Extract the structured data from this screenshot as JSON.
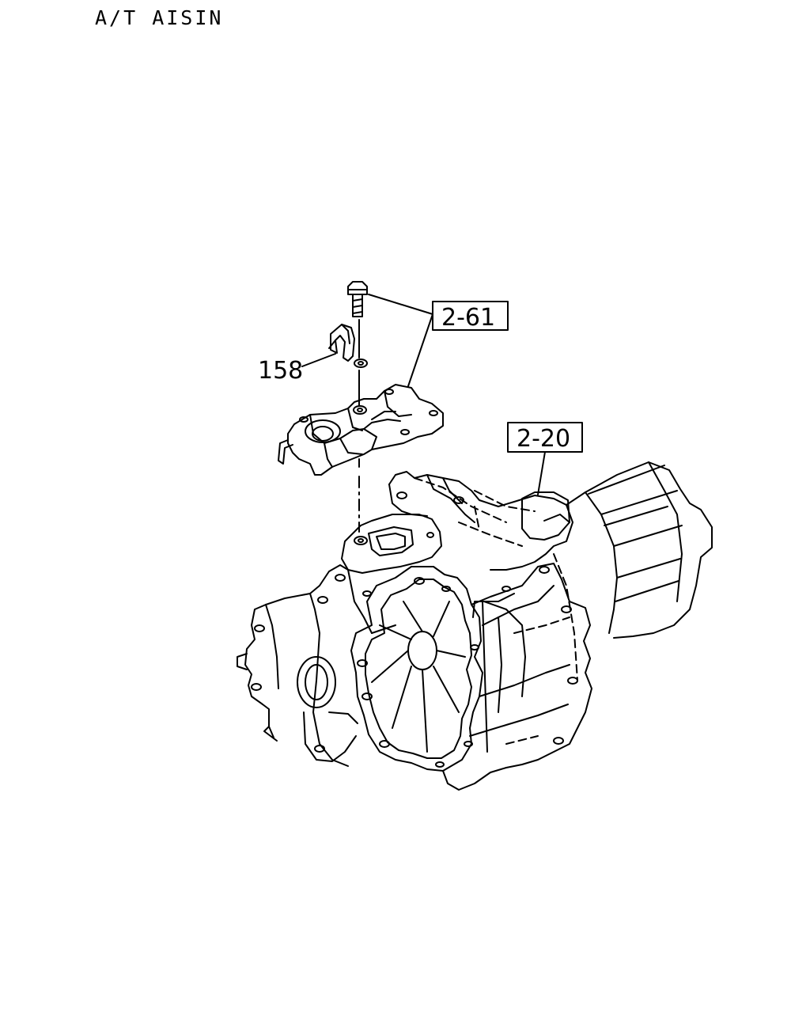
{
  "header": {
    "title": "A/T AISIN"
  },
  "callouts": {
    "ref_1": "2-61",
    "ref_2": "2-20",
    "part_1": "158"
  }
}
